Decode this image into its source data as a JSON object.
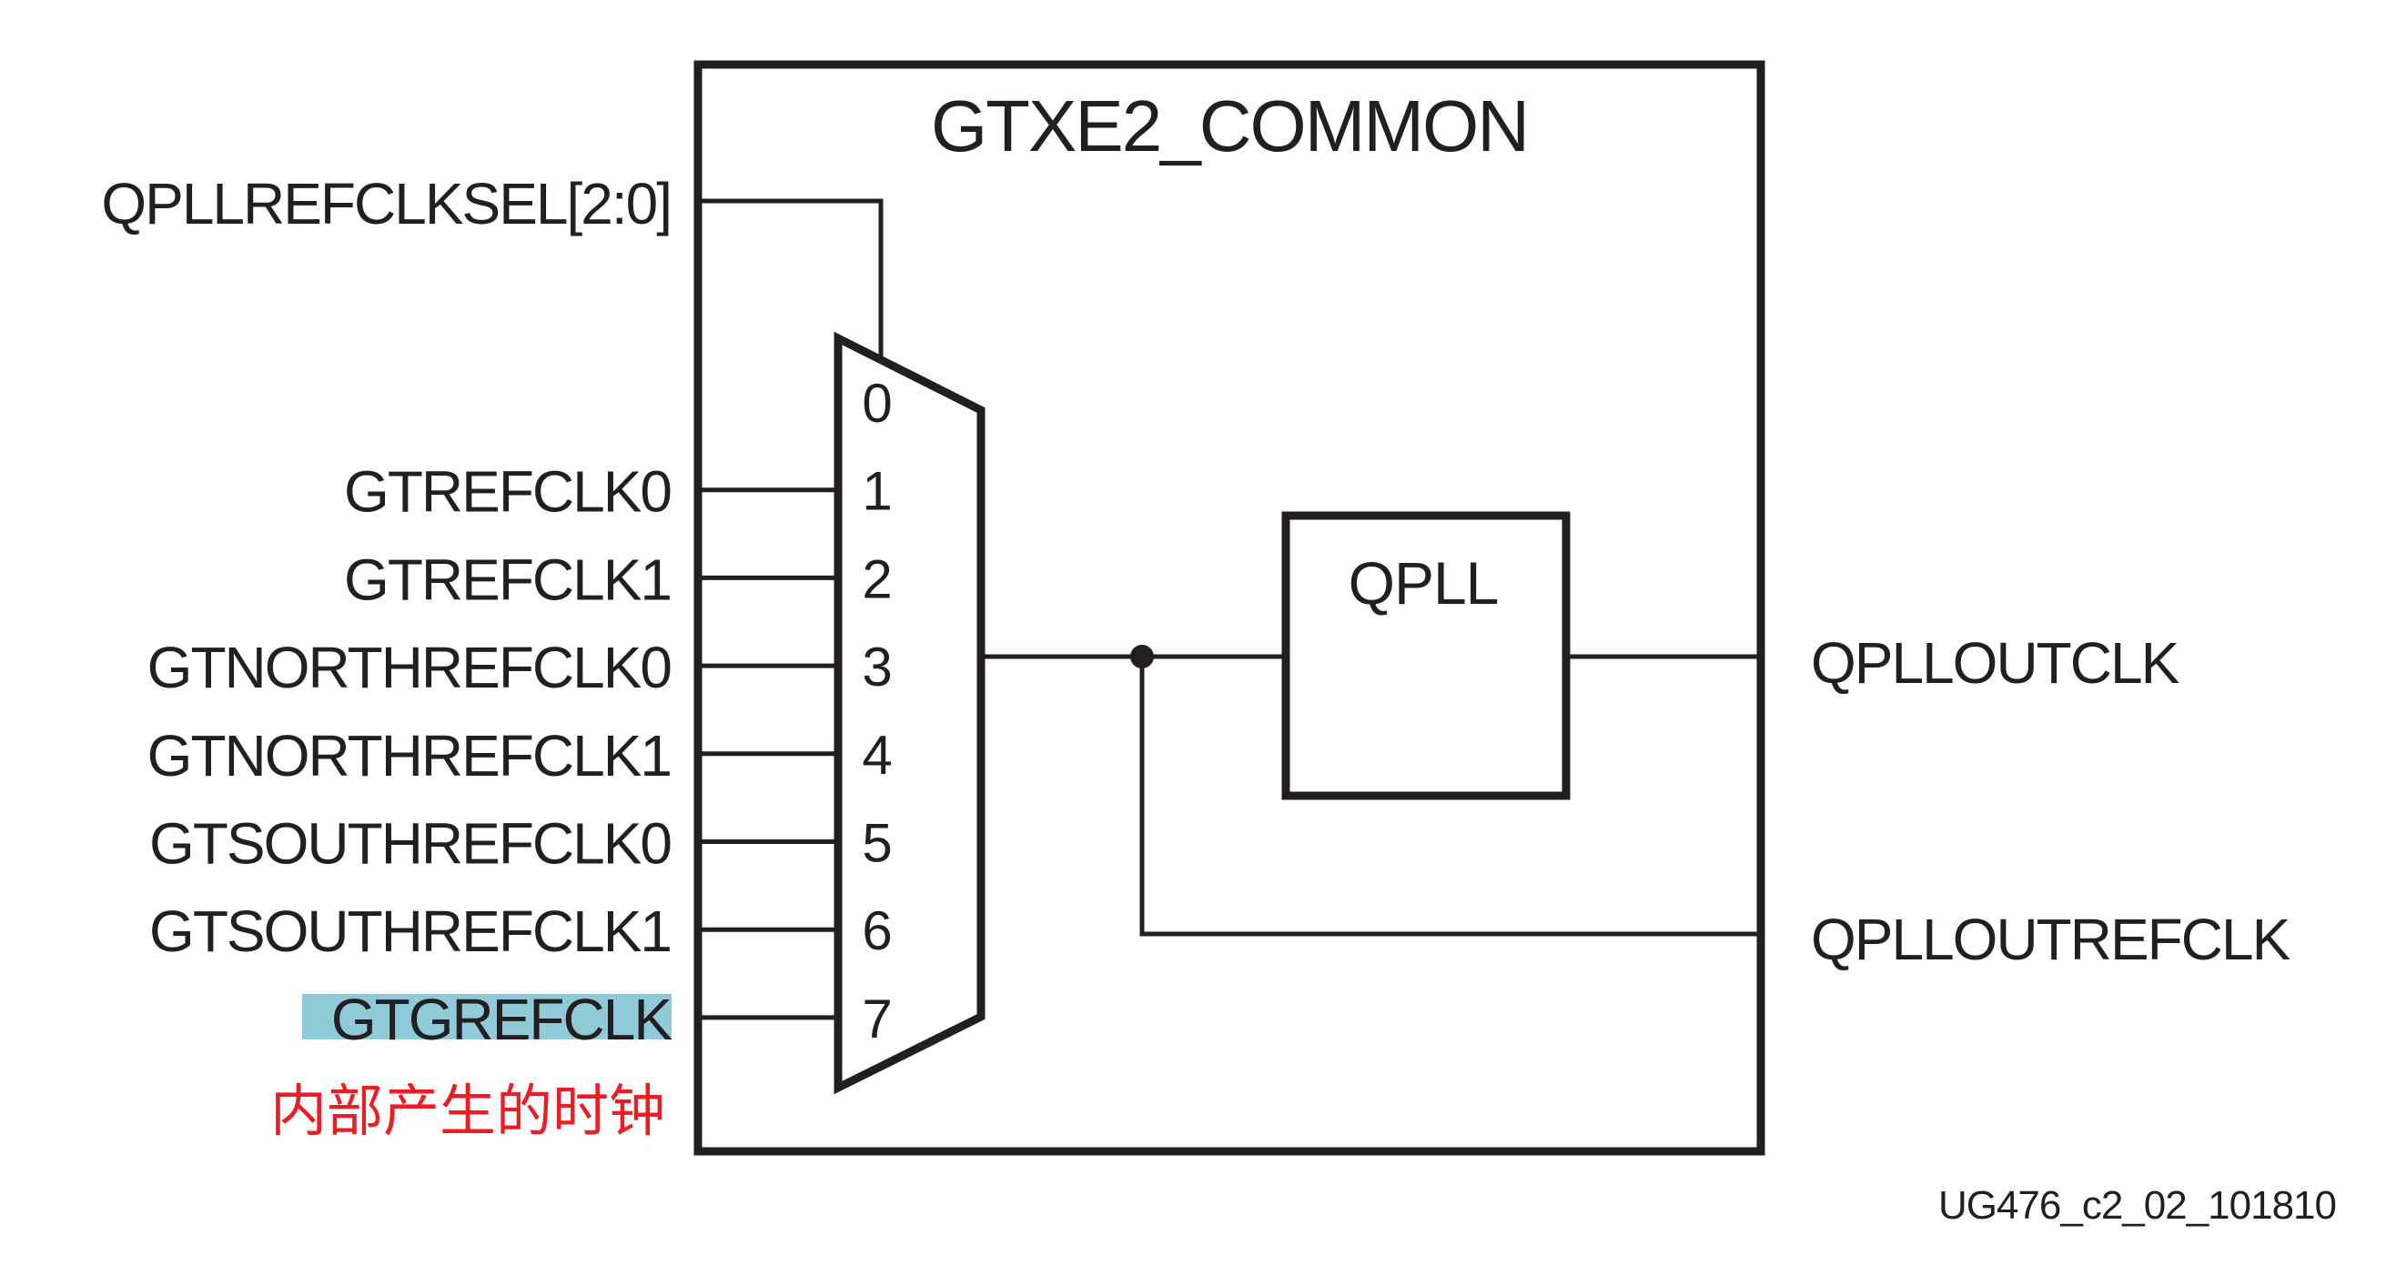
{
  "diagram": {
    "title": "GTXE2_COMMON",
    "block": {
      "label": "QPLL"
    },
    "select_input": "QPLLREFCLKSEL[2:0]",
    "mux_inputs": [
      {
        "index": "0",
        "signal": ""
      },
      {
        "index": "1",
        "signal": "GTREFCLK0"
      },
      {
        "index": "2",
        "signal": "GTREFCLK1"
      },
      {
        "index": "3",
        "signal": "GTNORTHREFCLK0"
      },
      {
        "index": "4",
        "signal": "GTNORTHREFCLK1"
      },
      {
        "index": "5",
        "signal": "GTSOUTHREFCLK0"
      },
      {
        "index": "6",
        "signal": "GTSOUTHREFCLK1"
      },
      {
        "index": "7",
        "signal": "GTGREFCLK",
        "highlighted": true
      }
    ],
    "outputs": [
      "QPLLOUTCLK",
      "QPLLOUTREFCLK"
    ],
    "annotation": "内部产生的时钟",
    "caption": "UG476_c2_02_101810"
  },
  "colors": {
    "line": "#231f20",
    "highlight": "#8ecad8",
    "annotation": "#ee1c24",
    "background": "#ffffff"
  }
}
